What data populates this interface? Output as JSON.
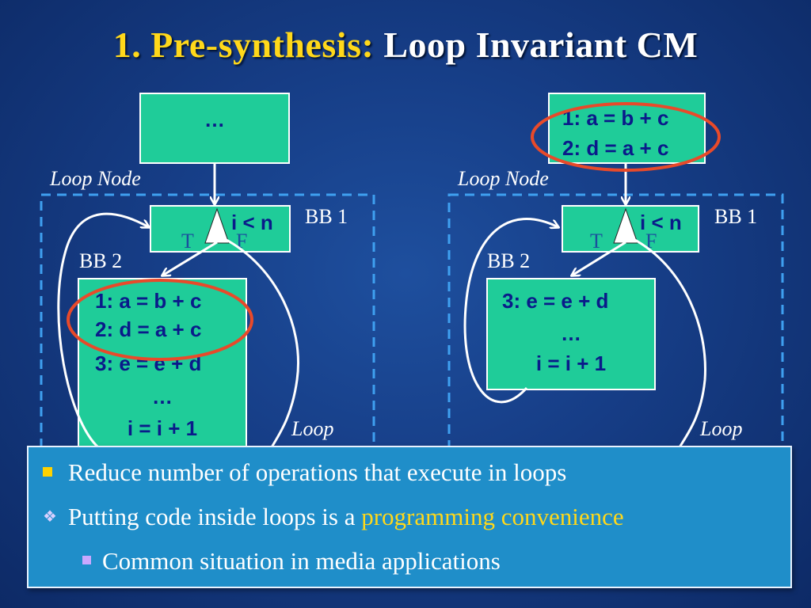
{
  "title": {
    "part1": "1. Pre-synthesis:",
    "part2": "Loop Invariant CM"
  },
  "left": {
    "top_node": "…",
    "loop_node_label": "Loop Node",
    "cond": "i < n",
    "bb1": "BB 1",
    "bb2": "BB 2",
    "true_label": "T",
    "false_label": "F",
    "code": [
      "1: a = b + c",
      "2: d = a + c",
      "3: e = e + d",
      "…",
      "i = i + 1"
    ],
    "loop_label": "Loop"
  },
  "right": {
    "top_code": [
      "1: a = b + c",
      "2: d = a + c"
    ],
    "loop_node_label": "Loop Node",
    "cond": "i < n",
    "bb1": "BB 1",
    "bb2": "BB 2",
    "true_label": "T",
    "false_label": "F",
    "code": [
      "3: e = e + d",
      "…",
      "i = i + 1"
    ],
    "loop_label": "Loop"
  },
  "bullets": {
    "b1": "Reduce number of operations that execute in loops",
    "b2_pre": "Putting code inside loops is a ",
    "b2_hl": "programming convenience",
    "b3": "Common situation in media applications"
  },
  "colors": {
    "box_fill": "#1fcc99",
    "circle": "#e84a2a",
    "highlight": "#ffd81a",
    "panel": "#1f8ec9"
  }
}
